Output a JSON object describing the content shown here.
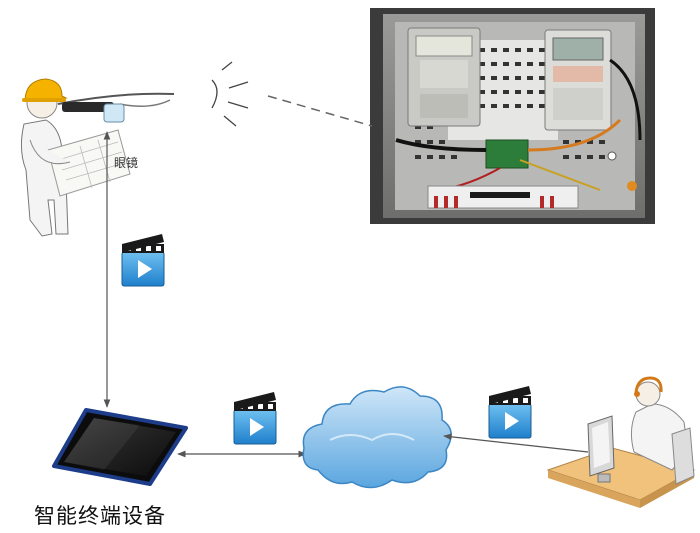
{
  "labels": {
    "glasses": "眼镜",
    "device": "智能终端设备"
  },
  "icons": {
    "video_clip": "video-clip-icon",
    "cloud": "cloud-icon",
    "tablet": "tablet-icon",
    "worker": "worker-with-glasses-icon",
    "operator": "remote-operator-icon",
    "meter_cabinet": "meter-cabinet-photo"
  },
  "colors": {
    "clip_blue": "#2a8fd6",
    "cloud_blue": "#8fc3ec",
    "helmet": "#f5b300",
    "desk": "#f0c27b",
    "tablet_frame": "#1d3c8a",
    "arrow": "#555555"
  }
}
